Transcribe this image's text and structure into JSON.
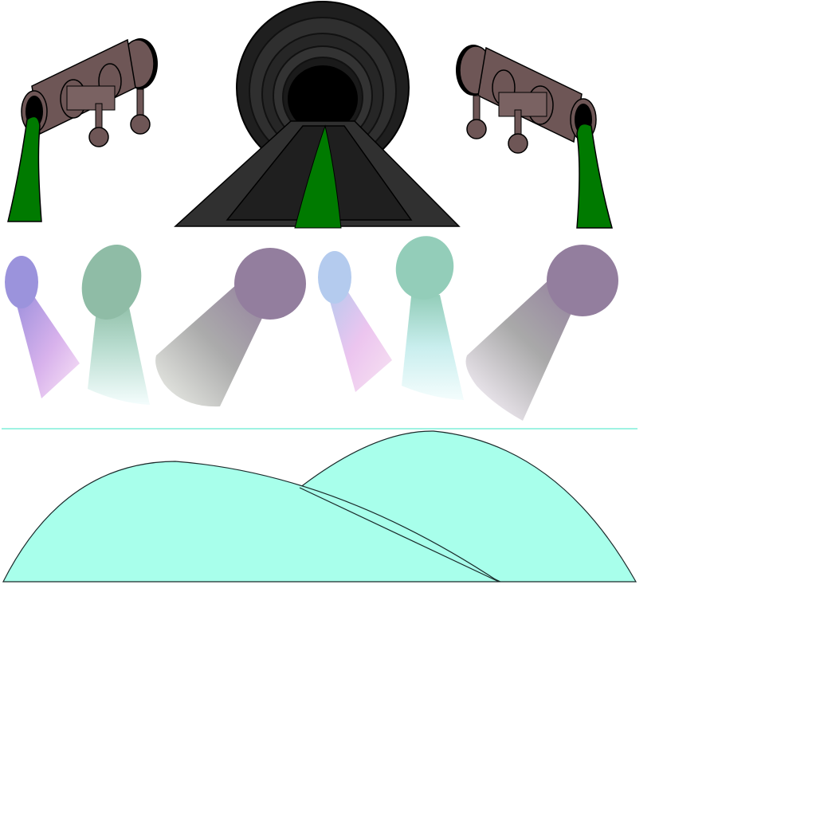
{
  "sprite_sheet": {
    "sprites": [
      {
        "name": "pipe-left",
        "icon": "drain-pipe-icon",
        "facing": "left"
      },
      {
        "name": "sewer-tunnel",
        "icon": "tunnel-icon"
      },
      {
        "name": "pipe-right",
        "icon": "drain-pipe-icon",
        "facing": "right"
      },
      {
        "name": "light-beam-small-1",
        "icon": "spotlight-icon"
      },
      {
        "name": "light-beam-medium-1",
        "icon": "spotlight-icon"
      },
      {
        "name": "light-beam-large-1",
        "icon": "spotlight-icon"
      },
      {
        "name": "light-beam-small-2",
        "icon": "spotlight-icon"
      },
      {
        "name": "light-beam-medium-2",
        "icon": "spotlight-icon"
      },
      {
        "name": "light-beam-large-2",
        "icon": "spotlight-icon"
      },
      {
        "name": "hills",
        "icon": "hills-icon"
      }
    ],
    "colors": {
      "background": "#ffffff",
      "pipe_body": "#6e5656",
      "pipe_outline": "#000000",
      "slime": "#007a00",
      "tunnel_dark": "#1c1c1c",
      "tunnel_ring": "#2f2f2f",
      "hill_fill": "#a8ffeb",
      "hill_outline": "#1a2a2a",
      "beam_purple": "#9b8fdc",
      "beam_pink": "#f2c7ee",
      "beam_green": "#8fc7ad",
      "beam_cyan": "#d9f7f7",
      "beam_mauve": "#967f9e",
      "beam_grey": "#a8a8a8"
    }
  }
}
